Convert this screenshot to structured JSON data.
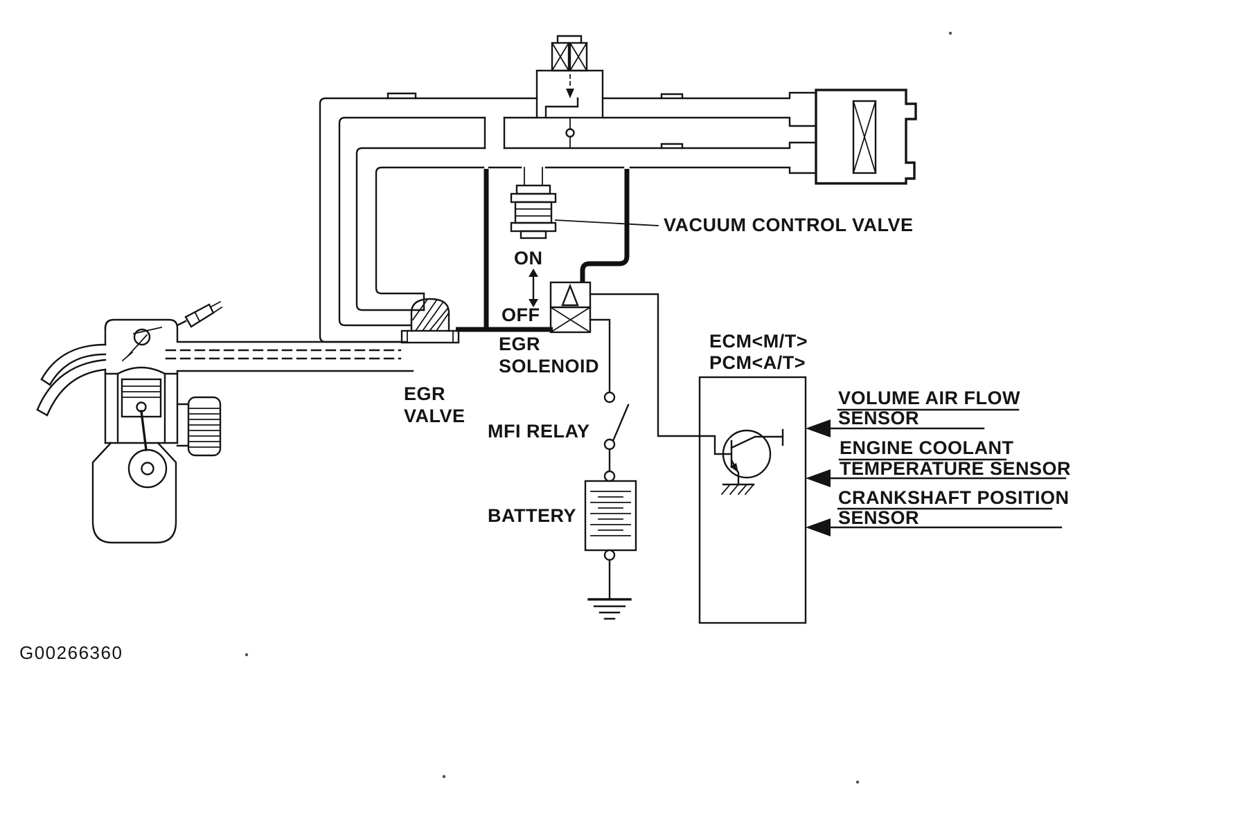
{
  "figure": {
    "id": "G00266360",
    "background_color": "#ffffff",
    "ink_color": "#141414"
  },
  "labels": {
    "vacuum_control_valve": "VACUUM CONTROL VALVE",
    "valve_state_on": "ON",
    "valve_state_off": "OFF",
    "egr_solenoid_line1": "EGR",
    "egr_solenoid_line2": "SOLENOID",
    "egr_valve_line1": "EGR",
    "egr_valve_line2": "VALVE",
    "mfi_relay": "MFI RELAY",
    "battery": "BATTERY",
    "ecm_line1": "ECM<M/T>",
    "ecm_line2": "PCM<A/T>"
  },
  "sensors": [
    {
      "line1": "VOLUME AIR FLOW",
      "line2": "SENSOR"
    },
    {
      "line1": "ENGINE COOLANT",
      "line2": "TEMPERATURE SENSOR"
    },
    {
      "line1": "CRANKSHAFT POSITION",
      "line2": "SENSOR"
    }
  ]
}
